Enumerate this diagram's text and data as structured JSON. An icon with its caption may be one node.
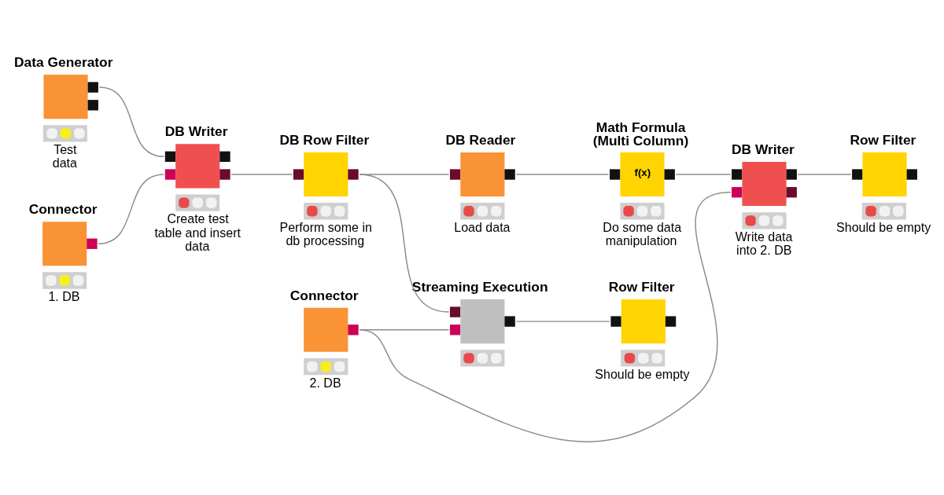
{
  "diagram": {
    "nodes": [
      {
        "text": [
          "Data Generator"
        ],
        "beside": [
          "Test data"
        ]
      },
      {
        "text": [
          "Connector"
        ],
        "beside": [
          "1. DB"
        ]
      },
      {
        "text": [
          "DB Writer"
        ],
        "beside": [
          "Create test table and insert data"
        ]
      },
      {
        "text": [
          "DB Row Filter"
        ],
        "beside": [
          "Perform some in db processing"
        ]
      },
      {
        "text": [
          "DB Reader"
        ],
        "beside": [
          "Load data"
        ]
      },
      {
        "text": [
          "Math Formula (Multi Column)",
          "f(x)"
        ],
        "beside": [
          "Do some data manipulation"
        ]
      },
      {
        "text": [
          "DB Writer"
        ],
        "beside": [
          "Write data into 2. DB"
        ]
      },
      {
        "text": [
          "Row Filter"
        ],
        "beside": [
          "Should be empty"
        ]
      },
      {
        "text": [
          "Connector"
        ],
        "beside": [
          "2. DB"
        ]
      },
      {
        "text": [
          "Streaming Execution"
        ]
      },
      {
        "text": [
          "Row Filter"
        ],
        "beside": [
          "Should be empty"
        ]
      }
    ],
    "edges": [
      {
        "from": 0,
        "to": 2,
        "arrow": "none"
      },
      {
        "from": 1,
        "to": 2,
        "arrow": "none"
      },
      {
        "from": 2,
        "to": 3,
        "arrow": "none"
      },
      {
        "from": 3,
        "to": 4,
        "arrow": "none"
      },
      {
        "from": 3,
        "to": 9,
        "arrow": "none"
      },
      {
        "from": 4,
        "to": 5,
        "arrow": "none"
      },
      {
        "from": 5,
        "to": 6,
        "arrow": "none"
      },
      {
        "from": 8,
        "to": 6,
        "arrow": "none"
      },
      {
        "from": 8,
        "to": 9,
        "arrow": "none"
      },
      {
        "from": 6,
        "to": 7,
        "arrow": "none"
      },
      {
        "from": 9,
        "to": 10,
        "arrow": "none"
      }
    ]
  }
}
